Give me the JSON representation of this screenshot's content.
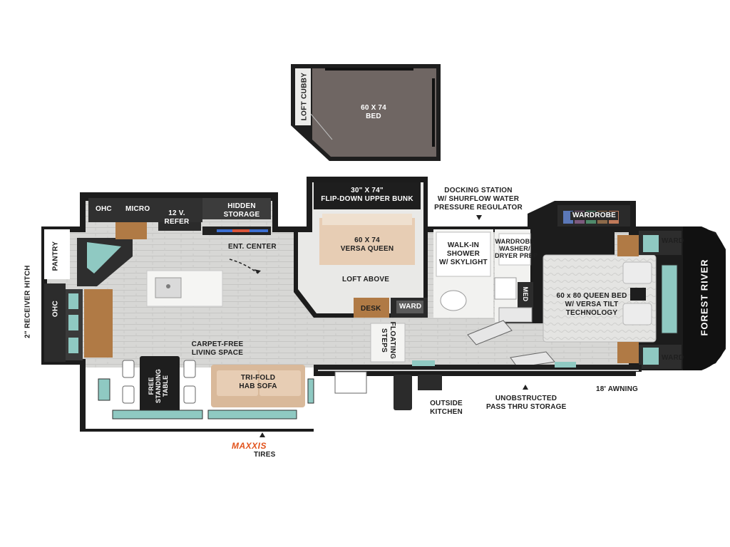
{
  "loft": {
    "cubby_label": "LOFT CUBBY",
    "bed_line1": "60 X 74",
    "bed_line2": "BED"
  },
  "kitchen": {
    "ohc_label": "OHC",
    "micro_label": "MICRO",
    "refer_line1": "12 V.",
    "refer_line2": "REFER",
    "hidden_line1": "HIDDEN",
    "hidden_line2": "STORAGE",
    "ent_center_label": "ENT. CENTER"
  },
  "front_left": {
    "pantry_label": "PANTRY",
    "ohc_label": "OHC",
    "hitch_label": "2\" RECEIVER HITCH"
  },
  "living": {
    "space_line1": "CARPET-FREE",
    "space_line2": "LIVING SPACE",
    "table_line1": "FREE",
    "table_line2": "STANDING",
    "table_line3": "TABLE",
    "sofa_line1": "TRI-FOLD",
    "sofa_line2": "HAB SOFA"
  },
  "bunk": {
    "upper_line1": "30\" X 74\"",
    "upper_line2": "FLIP-DOWN UPPER BUNK",
    "queen_line1": "60 X 74",
    "queen_line2": "VERSA QUEEN",
    "loft_above": "LOFT ABOVE",
    "desk_label": "DESK",
    "ward_label": "WARD",
    "steps_line1": "FLOATING",
    "steps_line2": "STEPS"
  },
  "docking": {
    "line1": "DOCKING STATION",
    "line2": "W/ SHURFLOW WATER",
    "line3": "PRESSURE REGULATOR"
  },
  "bath": {
    "shower_line1": "WALK-IN",
    "shower_line2": "SHOWER",
    "shower_line3": "W/ SKYLIGHT",
    "washer_line1": "WARDROBE",
    "washer_line2": "WASHER/",
    "washer_line3": "DRYER PREP",
    "med_label": "MED"
  },
  "bedroom": {
    "wardrobe_label": "WARDROBE",
    "ward_top": "WARD",
    "ward_bottom": "WARD",
    "bed_line1": "60 x 80 QUEEN BED",
    "bed_line2": "W/ VERSA TILT",
    "bed_line3": "TECHNOLOGY"
  },
  "exterior": {
    "outside_line1": "OUTSIDE",
    "outside_line2": "KITCHEN",
    "storage_line1": "UNOBSTRUCTED",
    "storage_line2": "PASS THRU STORAGE",
    "awning_label": "18' AWNING",
    "brand_logo": "MAXXIS",
    "tires_label": "TIRES",
    "cap_brand": "FOREST RIVER"
  },
  "colors": {
    "wall": "#1c1c1c",
    "floor": "#d8d8d6",
    "wood": "#b07a45",
    "fabric": "#e7cdb4",
    "loft_bed": "#6d6461",
    "cabinet": "#3b3b3b",
    "brand_accent": "#e2531c"
  }
}
